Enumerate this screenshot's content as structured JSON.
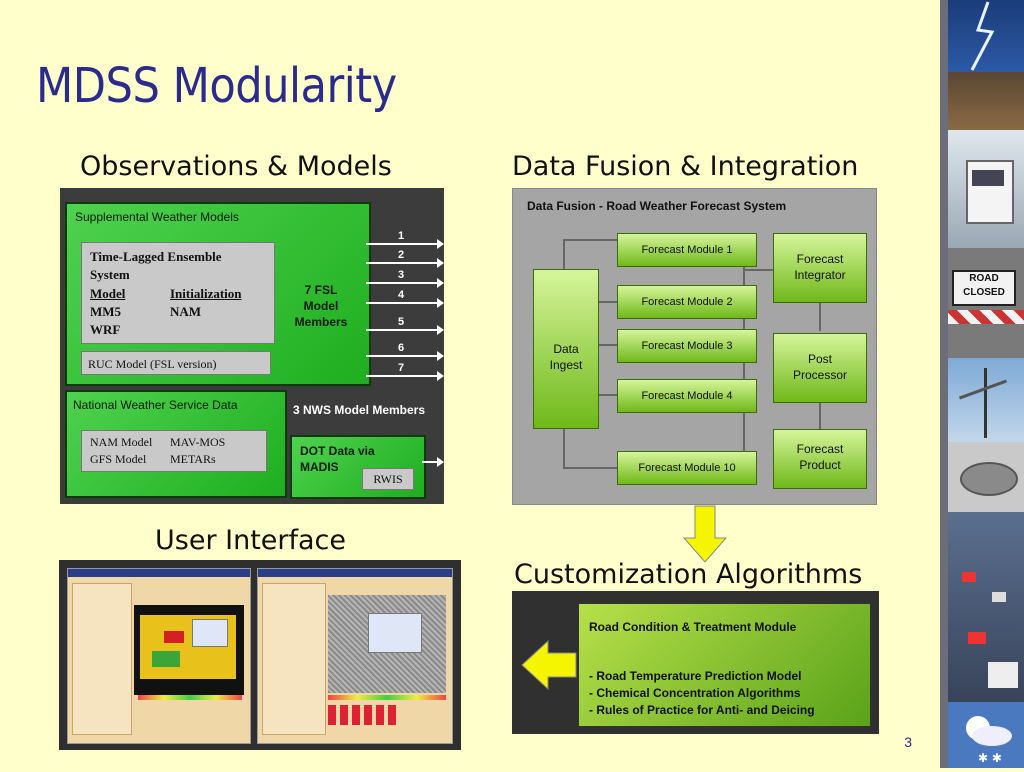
{
  "slide": {
    "title": "MDSS Modularity",
    "page_number": "3"
  },
  "headings": {
    "observations": "Observations & Models",
    "fusion": "Data Fusion & Integration",
    "user_interface": "User Interface",
    "customization": "Customization Algorithms"
  },
  "observations_panel": {
    "supplemental_title": "Supplemental Weather Models",
    "ensemble_title_1": "Time-Lagged Ensemble",
    "ensemble_title_2": "System",
    "col_model": "Model",
    "col_init": "Initialization",
    "model_1": "MM5",
    "init_1": "NAM",
    "model_2": "WRF",
    "ruc": "RUC Model (FSL version)",
    "fsl_1": "7  FSL",
    "fsl_2": "Model",
    "fsl_3": "Members",
    "numbers": [
      "1",
      "2",
      "3",
      "4",
      "5",
      "6",
      "7"
    ],
    "nws_title": "National Weather Service Data",
    "nws_members": "3 NWS Model Members",
    "nws_row_1a": "NAM Model",
    "nws_row_1b": "MAV-MOS",
    "nws_row_2a": "GFS Model",
    "nws_row_2b": "METARs",
    "dot_1": "DOT Data via",
    "dot_2": "MADIS",
    "rwis": "RWIS"
  },
  "fusion_panel": {
    "title": "Data Fusion - Road Weather Forecast System",
    "data_ingest_1": "Data",
    "data_ingest_2": "Ingest",
    "modules": [
      "Forecast Module 1",
      "Forecast Module 2",
      "Forecast Module 3",
      "Forecast Module 4",
      "Forecast Module 10"
    ],
    "integrator_1": "Forecast",
    "integrator_2": "Integrator",
    "post_1": "Post",
    "post_2": "Processor",
    "product_1": "Forecast",
    "product_2": "Product"
  },
  "custom_panel": {
    "title": "Road Condition & Treatment Module",
    "items": [
      "- Road Temperature Prediction Model",
      "- Chemical Concentration Algorithms",
      "- Rules of Practice for Anti- and Deicing"
    ]
  },
  "side_strip": {
    "road_sign_1": "ROAD",
    "road_sign_2": "CLOSED"
  },
  "colors": {
    "title": "#2b2b8c",
    "background": "#ffffcc",
    "green_box": "#2ec02e",
    "arrow_yellow": "#f5f500"
  }
}
